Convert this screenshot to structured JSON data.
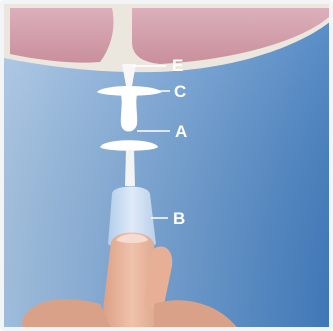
{
  "diagram": {
    "labels": {
      "e": "E",
      "c": "C",
      "a": "A",
      "b": "B"
    },
    "colors": {
      "background_light": "#a9c8e6",
      "background_dark": "#3f7cc0",
      "tissue": "#d8aab4",
      "tissue_edge": "#ece7de",
      "device": "#ffffff",
      "sleeve": "#c7dbf0",
      "skin": "#e9b59c"
    }
  }
}
